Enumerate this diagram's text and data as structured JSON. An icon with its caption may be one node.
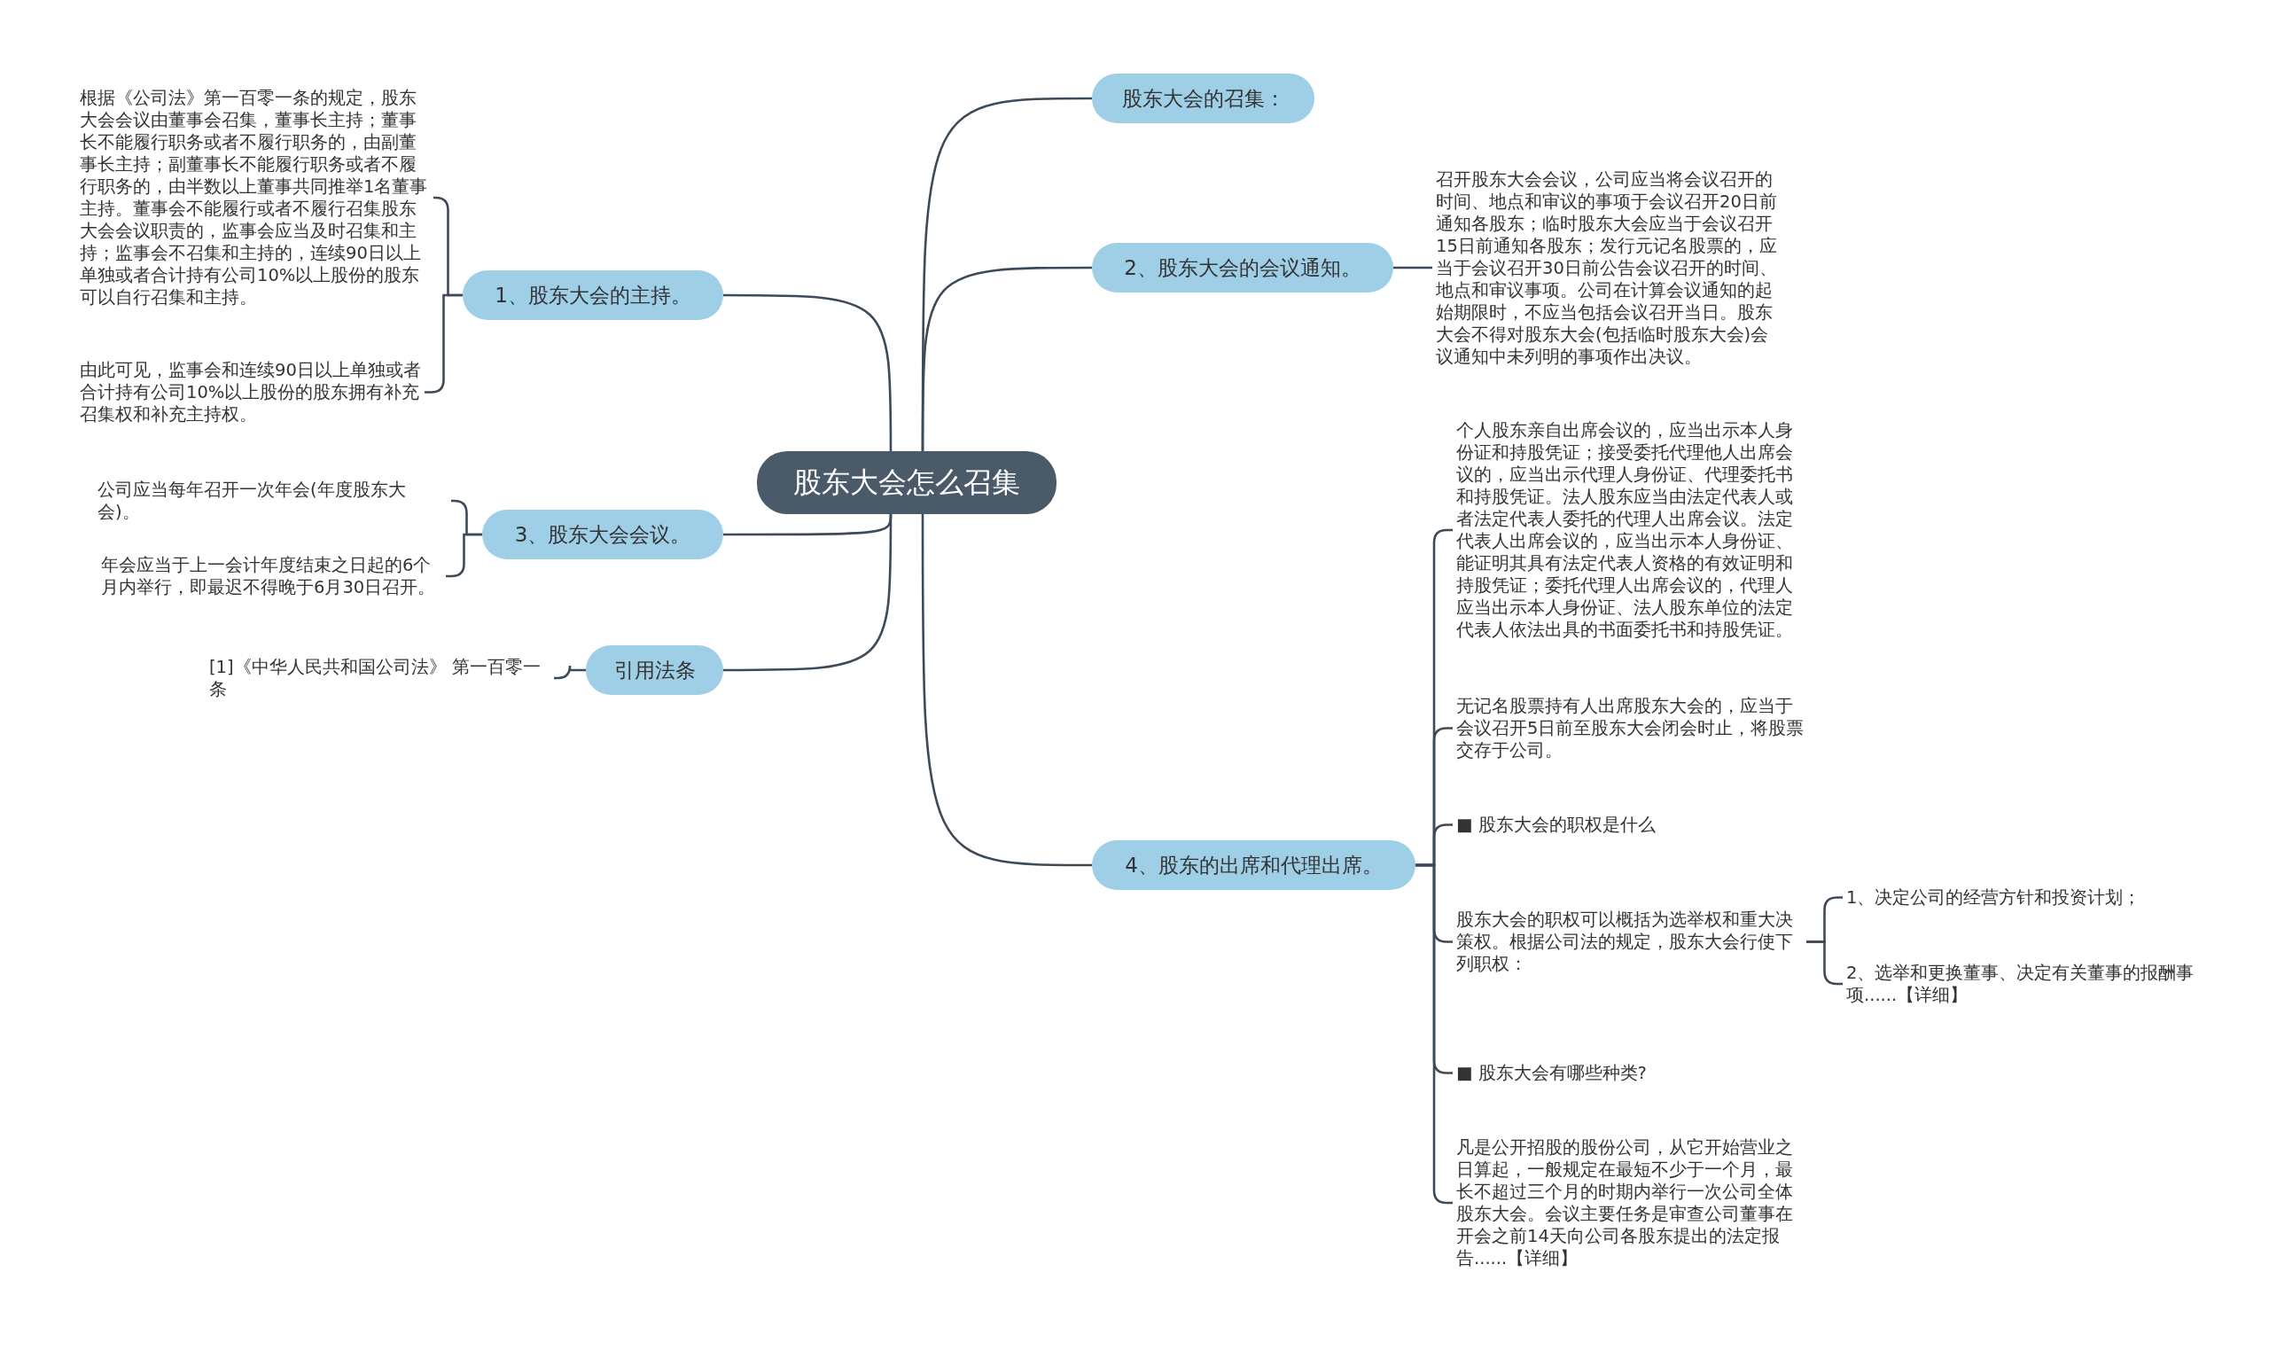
{
  "diagram": {
    "nodes": [
      {
        "text": [
          "股东大会怎么召集"
        ]
      },
      {
        "text": [
          "股东大会的召集："
        ]
      },
      {
        "text": [
          "2、股东大会的会议通知。"
        ]
      },
      {
        "text": [
          "召开股东大会会议，公司应当将会议召开的时间、地点和审议的事项于会议召开20日前通知各股东；临时股东大会应当于会议召开15日前通知各股东；发行元记名股票的，应当于会议召开30日前公告会议召开的时间、地点和审议事项。公司在计算会议通知的起始期限时，不应当包括会议召开当日。股东大会不得对股东大会(包括临时股东大会)会议通知中未列明的事项作出决议。"
        ]
      },
      {
        "text": [
          "1、股东大会的主持。"
        ]
      },
      {
        "text": [
          "根据《公司法》第一百零一条的规定，股东大会会议由董事会召集，董事长主持；董事长不能履行职务或者不履行职务的，由副董事长主持；副董事长不能履行职务或者不履行职务的，由半数以上董事共同推举1名董事主持。董事会不能履行或者不履行召集股东大会会议职责的，监事会应当及时召集和主持；监事会不召集和主持的，连续90日以上单独或者合计持有公司10%以上股份的股东可以自行召集和主持。"
        ]
      },
      {
        "text": [
          "由此可见，监事会和连续90日以上单独或者合计持有公司10%以上股份的股东拥有补充召集权和补充主持权。"
        ]
      },
      {
        "text": [
          "3、股东大会会议。"
        ]
      },
      {
        "text": [
          "公司应当每年召开一次年会(年度股东大会)。"
        ]
      },
      {
        "text": [
          "年会应当于上一会计年度结束之日起的6个月内举行，即最迟不得晚于6月30日召开。"
        ]
      },
      {
        "text": [
          "引用法条"
        ]
      },
      {
        "text": [
          "[1]《中华人民共和国公司法》 第一百零一条"
        ]
      },
      {
        "text": [
          "4、股东的出席和代理出席。"
        ]
      },
      {
        "text": [
          "个人股东亲自出席会议的，应当出示本人身份证和持股凭证；接受委托代理他人出席会议的，应当出示代理人身份证、代理委托书和持股凭证。法人股东应当由法定代表人或者法定代表人委托的代理人出席会议。法定代表人出席会议的，应当出示本人身份证、能证明其具有法定代表人资格的有效证明和持股凭证；委托代理人出席会议的，代理人应当出示本人身份证、法人股东单位的法定代表人依法出具的书面委托书和持股凭证。"
        ]
      },
      {
        "text": [
          "无记名股票持有人出席股东大会的，应当于会议召开5日前至股东大会闭会时止，将股票交存于公司。"
        ]
      },
      {
        "text": [
          "■ 股东大会的职权是什么"
        ]
      },
      {
        "text": [
          "股东大会的职权可以概括为选举权和重大决策权。根据公司法的规定，股东大会行使下列职权："
        ]
      },
      {
        "text": [
          "1、决定公司的经营方针和投资计划；"
        ]
      },
      {
        "text": [
          "2、选举和更换董事、决定有关董事的报酬事项......【详细】"
        ]
      },
      {
        "text": [
          "■ 股东大会有哪些种类?"
        ]
      },
      {
        "text": [
          "凡是公开招股的股份公司，从它开始营业之日算起，一般规定在最短不少于一个月，最长不超过三个月的时期内举行一次公司全体股东大会。会议主要任务是审查公司董事在开会之前14天向公司各股东提出的法定报告......【详细】"
        ]
      }
    ],
    "edges": [
      {
        "from": 0,
        "to": 1,
        "arrow": "none"
      },
      {
        "from": 0,
        "to": 2,
        "arrow": "none"
      },
      {
        "from": 2,
        "to": 3,
        "arrow": "none"
      },
      {
        "from": 0,
        "to": 4,
        "arrow": "none"
      },
      {
        "from": 4,
        "to": 5,
        "arrow": "none"
      },
      {
        "from": 4,
        "to": 6,
        "arrow": "none"
      },
      {
        "from": 0,
        "to": 7,
        "arrow": "none"
      },
      {
        "from": 7,
        "to": 8,
        "arrow": "none"
      },
      {
        "from": 7,
        "to": 9,
        "arrow": "none"
      },
      {
        "from": 0,
        "to": 10,
        "arrow": "none"
      },
      {
        "from": 10,
        "to": 11,
        "arrow": "none"
      },
      {
        "from": 0,
        "to": 12,
        "arrow": "none"
      },
      {
        "from": 12,
        "to": 13,
        "arrow": "none"
      },
      {
        "from": 12,
        "to": 14,
        "arrow": "none"
      },
      {
        "from": 12,
        "to": 15,
        "arrow": "none"
      },
      {
        "from": 12,
        "to": 16,
        "arrow": "none"
      },
      {
        "from": 12,
        "to": 19,
        "arrow": "none"
      },
      {
        "from": 12,
        "to": 20,
        "arrow": "none"
      },
      {
        "from": 16,
        "to": 17,
        "arrow": "none"
      },
      {
        "from": 16,
        "to": 18,
        "arrow": "none"
      }
    ]
  }
}
